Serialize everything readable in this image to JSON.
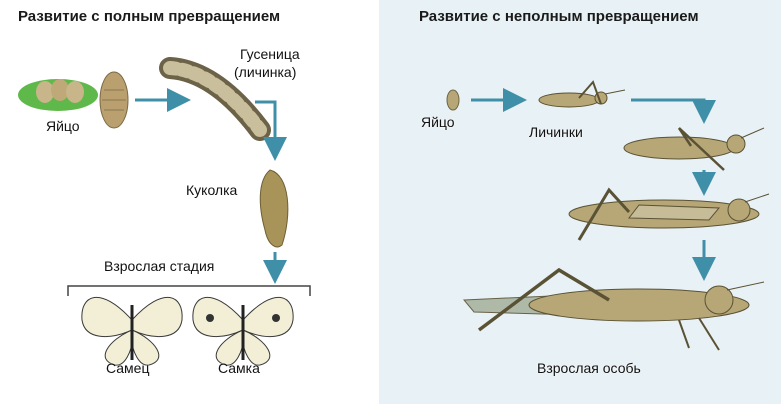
{
  "left": {
    "title": "Развитие с полным превращением",
    "egg": "Яйцо",
    "caterpillar": "Гусеница",
    "caterpillar_note": "(личинка)",
    "pupa": "Куколка",
    "adult_stage": "Взрослая стадия",
    "male": "Самец",
    "female": "Самка"
  },
  "right": {
    "title": "Развитие с неполным превращением",
    "egg": "Яйцо",
    "larvae": "Личинки",
    "adult": "Взрослая особь"
  },
  "colors": {
    "arrow": "#3f8fa8",
    "right_bg": "#e8f1f5",
    "insect": "#b7a777",
    "insect_dark": "#5a5235",
    "leaf": "#5fb84a",
    "wing": "#f2efd6"
  }
}
